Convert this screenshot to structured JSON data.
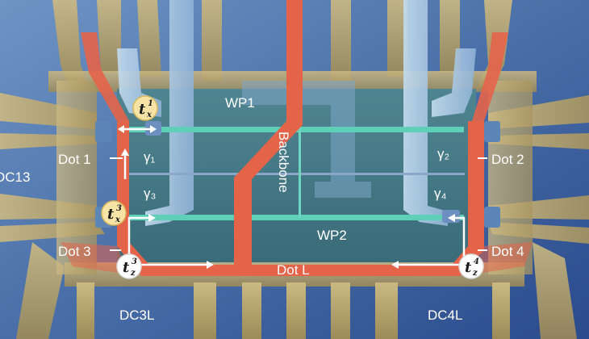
{
  "labels": {
    "wp1": "WP1",
    "wp2": "WP2",
    "backbone": "Backbone",
    "dot1": "Dot 1",
    "dot2": "Dot 2",
    "dot3": "Dot 3",
    "dot4": "Dot 4",
    "dotL": "Dot L",
    "dc13": "DC13",
    "dc3l": "DC3L",
    "dc4l": "DC4L",
    "gamma1": "γ₁",
    "gamma2": "γ₂",
    "gamma3": "γ₃",
    "gamma4": "γ₄"
  },
  "badges": {
    "tx1": {
      "base": "t",
      "sub": "x",
      "sup": "1"
    },
    "tx3": {
      "base": "t",
      "sub": "x",
      "sup": "3"
    },
    "tz3": {
      "base": "t",
      "sub": "z",
      "sup": "3"
    },
    "tz4": {
      "base": "t",
      "sub": "z",
      "sup": "4"
    }
  },
  "colors": {
    "background": "#2f4f8f",
    "backgroundLight": "#5b7fb0",
    "gateGold": "#b8a66e",
    "gateGoldDark": "#8b7a4d",
    "orange": "#e4644a",
    "cyan": "#5fcfb8",
    "paleBlue": "#a8c6e4",
    "teal": "#3c6e7a",
    "badgeYellow": "#f7e3a6"
  }
}
